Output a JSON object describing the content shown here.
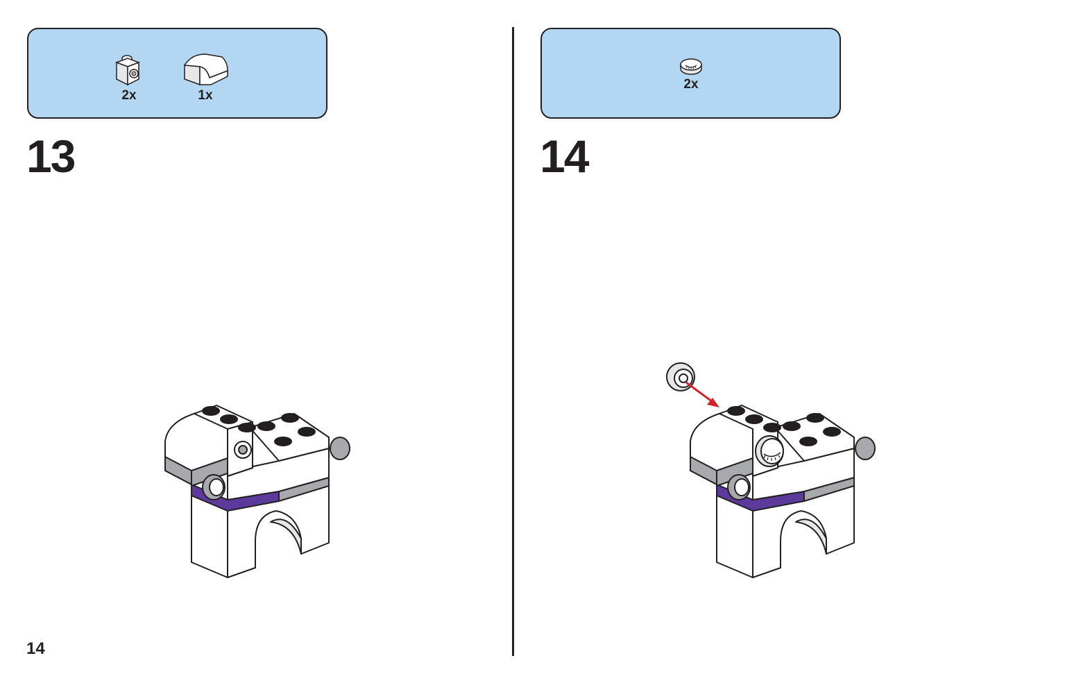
{
  "page_number": "14",
  "steps": [
    {
      "number": "13",
      "parts": [
        {
          "icon": "brick-1x1-stud-side-white",
          "qty": "2x"
        },
        {
          "icon": "slope-curved-white",
          "qty": "1x"
        }
      ]
    },
    {
      "number": "14",
      "parts": [
        {
          "icon": "round-tile-eye-white",
          "qty": "2x"
        }
      ]
    }
  ],
  "colors": {
    "parts_box": "#b3d6f2",
    "brick_white": "#ffffff",
    "brick_grey": "#a7a9ac",
    "purple_stripe": "#5b3a9c",
    "arrow_red": "#d2232a",
    "outline": "#231f20"
  }
}
